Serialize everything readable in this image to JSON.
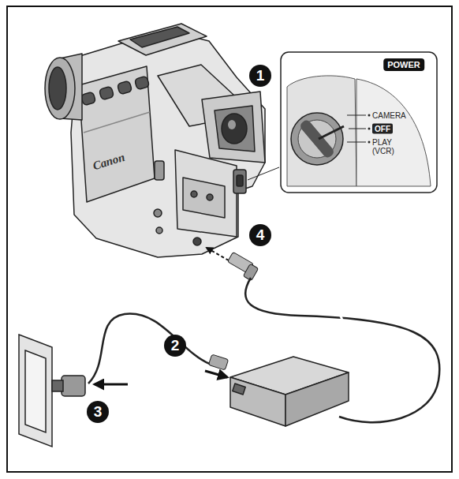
{
  "diagram": {
    "labels": [
      "1",
      "POWER",
      "CAMERA",
      "OFF",
      "PLAY (VCR)",
      "Canon",
      "4",
      "2",
      "3"
    ]
  }
}
